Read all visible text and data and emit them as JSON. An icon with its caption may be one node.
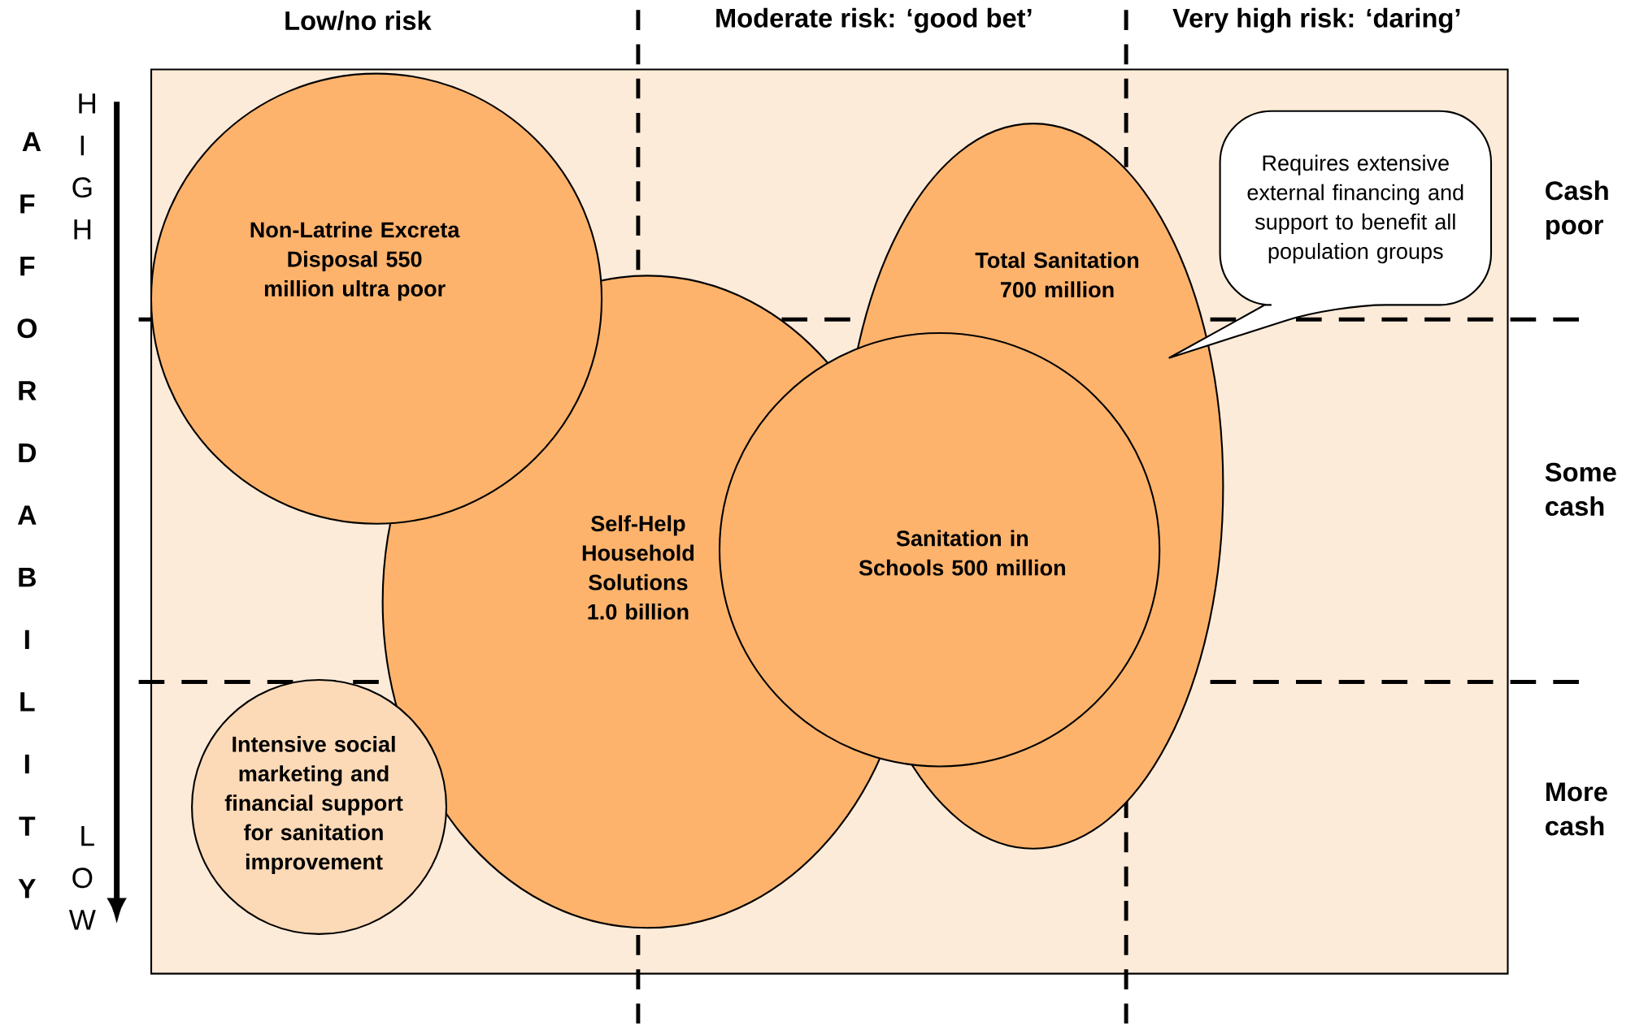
{
  "diagram": {
    "nodes": [
      {
        "text": [
          "Non-Latrine Excreta Disposal 550 million ultra poor"
        ]
      },
      {
        "text": [
          "Total Sanitation 700 million"
        ]
      },
      {
        "text": [
          "Requires extensive external financing and support to benefit all population groups"
        ]
      },
      {
        "text": [
          "Self-Help Household Solutions 1.0 billion"
        ]
      },
      {
        "text": [
          "Sanitation in Schools 500 million"
        ]
      },
      {
        "text": [
          "Intensive social marketing and financial support for sanitation improvement"
        ]
      }
    ],
    "labels": [
      "Low/no risk",
      "Moderate risk: ‘good bet’",
      "Very high risk: ‘daring’",
      "HIGH",
      "Cash poor",
      "AFFORDABILITY",
      "Some cash",
      "LOW",
      "More cash"
    ]
  }
}
